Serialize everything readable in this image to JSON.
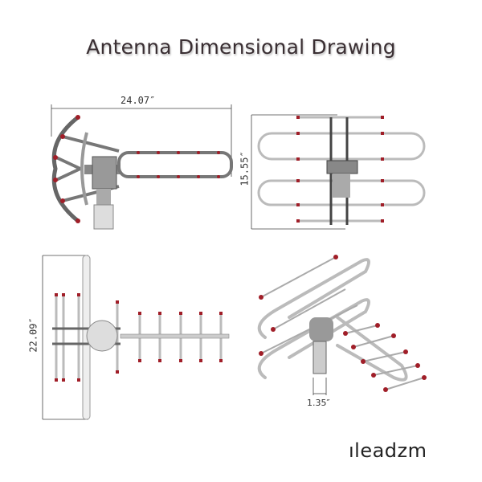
{
  "title": "Antenna Dimensional Drawing",
  "views": {
    "top_view": {
      "dimension_width": "24.07″"
    },
    "front_view": {
      "dimension_height": "15.55″"
    },
    "side_view": {
      "dimension_height": "22.09″"
    },
    "iso_view": {
      "dimension_mast": "1.35″"
    }
  },
  "brand": {
    "logo_text": "ıleadzm"
  },
  "colors": {
    "rod": "#b9b9b9",
    "rod_dark": "#555555",
    "tip": "#b0202a",
    "line": "#333333"
  }
}
